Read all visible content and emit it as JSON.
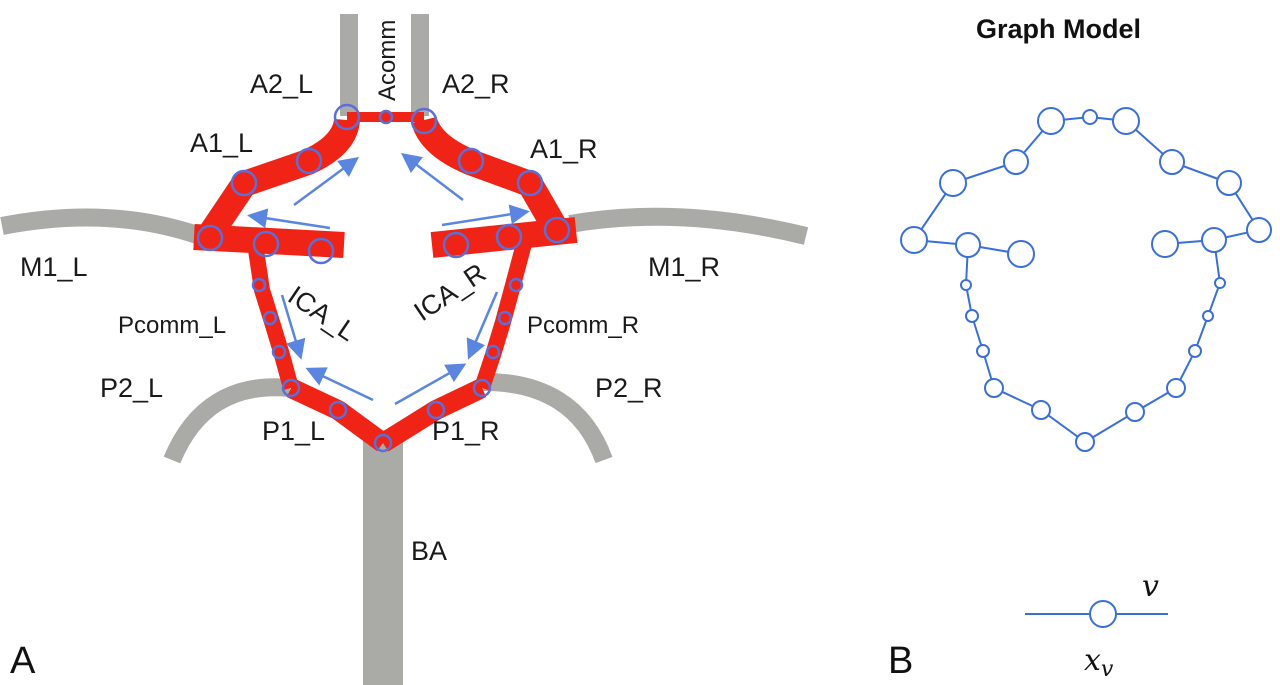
{
  "colors": {
    "gray_vessel": "#aaaba6",
    "red_vessel": "#ef2416",
    "node_blue": "#5b6fd6",
    "arrow_blue": "#5a86e0",
    "graph_blue": "#3a6fd8"
  },
  "panel_a": {
    "label": "A",
    "vessels": {
      "a2_l": "A2_L",
      "acomm": "Acomm",
      "a2_r": "A2_R",
      "a1_l": "A1_L",
      "a1_r": "A1_R",
      "m1_l": "M1_L",
      "m1_r": "M1_R",
      "ica_l": "ICA_L",
      "ica_r": "ICA_R",
      "pcomm_l": "Pcomm_L",
      "pcomm_r": "Pcomm_R",
      "p2_l": "P2_L",
      "p2_r": "P2_R",
      "p1_l": "P1_L",
      "p1_r": "P1_R",
      "ba": "BA"
    }
  },
  "panel_b": {
    "label": "B",
    "title": "Graph Model",
    "legend_node": "v",
    "legend_feature": "x",
    "legend_feature_sub": "v"
  }
}
